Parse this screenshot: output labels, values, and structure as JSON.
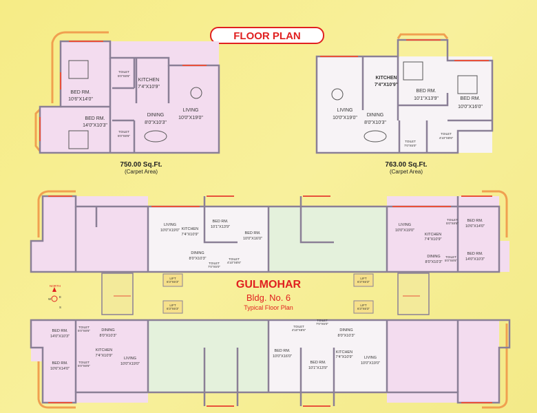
{
  "title": "FLOOR PLAN",
  "colors": {
    "background": "#f6ec86",
    "accent": "#e02020",
    "flat_pink": "#f3dcef",
    "flat_green": "#e4f1dc",
    "wall": "#8a7f96",
    "window": "#e8503a"
  },
  "flat_a": {
    "area": "750.00 Sq.Ft.",
    "area_note": "(Carpet Area)",
    "rooms": [
      {
        "name": "BED RM.",
        "dims": "10'6\"X14'0\""
      },
      {
        "name": "TOILET",
        "dims": "5'0\"X8'6\""
      },
      {
        "name": "KITCHEN",
        "dims": "7'4\"X10'9\""
      },
      {
        "name": "LIVING",
        "dims": "10'0\"X19'0\""
      },
      {
        "name": "DINING",
        "dims": "8'0\"X10'3\""
      },
      {
        "name": "BED RM.",
        "dims": "14'0\"X10'3\""
      },
      {
        "name": "TOILET",
        "dims": "5'0\"X8'6\""
      }
    ]
  },
  "flat_b": {
    "area": "763.00 Sq.Ft.",
    "area_note": "(Carpet Area)",
    "rooms": [
      {
        "name": "LIVING",
        "dims": "10'0\"X19'0\""
      },
      {
        "name": "DINING",
        "dims": "8'0\"X10'3\""
      },
      {
        "name": "KITCHEN",
        "dims": "7'4\"X10'9\""
      },
      {
        "name": "BED RM.",
        "dims": "10'1\"X13'9\""
      },
      {
        "name": "BED RM.",
        "dims": "10'0\"X16'0\""
      },
      {
        "name": "TOILET",
        "dims": "7'0\"X5'0\""
      },
      {
        "name": "TOILET",
        "dims": "4'10\"X8'6\""
      }
    ]
  },
  "typical": {
    "building": "GULMOHAR",
    "bldg_no": "Bldg. No. 6",
    "subtitle": "Typical Floor Plan",
    "north": "NORTH",
    "compass": {
      "w": "W",
      "e": "E",
      "s": "S"
    },
    "lift": {
      "name": "LIFT",
      "dims": "6'3\"X6'3\""
    },
    "labels": [
      {
        "name": "LIVING",
        "dims": "10'0\"X19'0\""
      },
      {
        "name": "KITCHEN",
        "dims": "7'4\"X10'9\""
      },
      {
        "name": "BED RM.",
        "dims": "10'1\"X13'9\""
      },
      {
        "name": "BED RM.",
        "dims": "10'0\"X16'0\""
      },
      {
        "name": "DINING",
        "dims": "8'0\"X10'3\""
      },
      {
        "name": "TOILET",
        "dims": "7'0\"X5'0\""
      },
      {
        "name": "TOILET",
        "dims": "4'10\"X8'6\""
      },
      {
        "name": "LIVING",
        "dims": "10'0\"X19'0\""
      },
      {
        "name": "KITCHEN",
        "dims": "7'4\"X10'9\""
      },
      {
        "name": "TOILET",
        "dims": "5'0\"X8'6\""
      },
      {
        "name": "BED RM.",
        "dims": "10'6\"X14'0\""
      },
      {
        "name": "DINING",
        "dims": "8'0\"X10'3\""
      },
      {
        "name": "TOILET",
        "dims": "5'0\"X8'6\""
      },
      {
        "name": "BED RM.",
        "dims": "14'0\"X10'3\""
      },
      {
        "name": "BED RM.",
        "dims": "14'0\"X10'3\""
      },
      {
        "name": "TOILET",
        "dims": "5'0\"X8'6\""
      },
      {
        "name": "DINING",
        "dims": "8'0\"X10'3\""
      },
      {
        "name": "KITCHEN",
        "dims": "7'4\"X10'9\""
      },
      {
        "name": "LIVING",
        "dims": "10'0\"X19'0\""
      },
      {
        "name": "BED RM.",
        "dims": "10'6\"X14'0\""
      },
      {
        "name": "TOILET",
        "dims": "5'0\"X8'6\""
      },
      {
        "name": "TOILET",
        "dims": "4'10\"X8'6\""
      },
      {
        "name": "TOILET",
        "dims": "7'0\"X5'0\""
      },
      {
        "name": "DINING",
        "dims": "8'0\"X10'3\""
      },
      {
        "name": "BED RM.",
        "dims": "10'0\"X16'0\""
      },
      {
        "name": "KITCHEN",
        "dims": "7'4\"X10'9\""
      },
      {
        "name": "LIVING",
        "dims": "10'0\"X19'0\""
      },
      {
        "name": "BED RM.",
        "dims": "10'1\"X13'9\""
      }
    ]
  }
}
